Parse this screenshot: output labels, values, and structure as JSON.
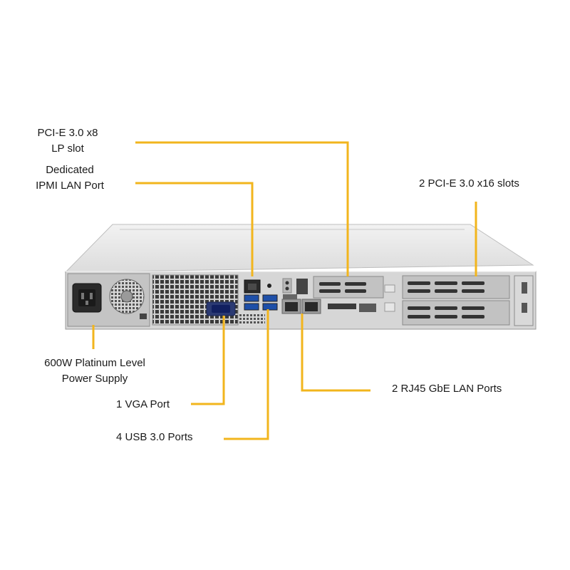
{
  "diagram": {
    "callout_color": "#f2b51d",
    "callouts": [
      {
        "id": "pcie-lp",
        "text": "PCI-E 3.0 x8\nLP slot"
      },
      {
        "id": "ipmi",
        "text": "Dedicated\nIPMI LAN Port"
      },
      {
        "id": "pcie16",
        "text": "2 PCI-E 3.0 x16 slots"
      },
      {
        "id": "psu",
        "text": "600W Platinum Level\nPower Supply"
      },
      {
        "id": "rj45",
        "text": "2 RJ45 GbE LAN Ports"
      },
      {
        "id": "vga",
        "text": "1 VGA Port"
      },
      {
        "id": "usb",
        "text": "4 USB 3.0 Ports"
      }
    ]
  }
}
